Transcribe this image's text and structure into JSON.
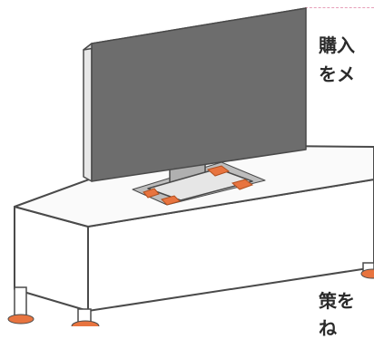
{
  "caption": {
    "line1": "購入",
    "line2": "をメ",
    "line3": "策を",
    "line4": "ね"
  },
  "colors": {
    "accent_dash": "#e79fb9",
    "pad": "#e8743f",
    "screen": "#6d6d6d",
    "outline": "#4a4a4a"
  }
}
